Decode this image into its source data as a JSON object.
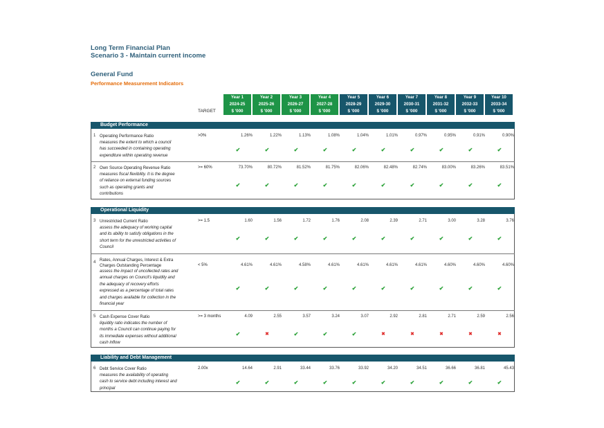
{
  "header": {
    "line1": "Long Term Financial Plan",
    "line2": "Scenario 3 - Maintain current income",
    "fund": "General Fund",
    "subtitle": "Performance Measurement Indicators"
  },
  "columns": {
    "target_label": "TARGET",
    "years": [
      {
        "label": "Year 1",
        "period": "2024-25",
        "unit": "$ '000"
      },
      {
        "label": "Year 2",
        "period": "2025-26",
        "unit": "$ '000"
      },
      {
        "label": "Year 3",
        "period": "2026-27",
        "unit": "$ '000"
      },
      {
        "label": "Year 4",
        "period": "2027-28",
        "unit": "$ '000"
      },
      {
        "label": "Year 5",
        "period": "2028-29",
        "unit": "$ '000"
      },
      {
        "label": "Year 6",
        "period": "2029-30",
        "unit": "$ '000"
      },
      {
        "label": "Year 7",
        "period": "2030-31",
        "unit": "$ '000"
      },
      {
        "label": "Year 8",
        "period": "2031-32",
        "unit": "$ '000"
      },
      {
        "label": "Year 9",
        "period": "2032-33",
        "unit": "$ '000"
      },
      {
        "label": "Year 10",
        "period": "2033-34",
        "unit": "$ '000"
      }
    ],
    "accent_green": "#1e9447",
    "accent_teal": "#17566b"
  },
  "sections": [
    {
      "title": "Budget Performance",
      "rows": [
        {
          "num": "1",
          "name": "Operating Performance Ratio",
          "target": ">0%",
          "desc": "measures the extent to which a council\nhas succeeded in containing operating\nexpenditure within operating revenue",
          "values": [
            "1.26%",
            "1.22%",
            "1.13%",
            "1.08%",
            "1.04%",
            "1.01%",
            "0.97%",
            "0.95%",
            "0.91%",
            "0.90%"
          ],
          "status": [
            "pass",
            "pass",
            "pass",
            "pass",
            "pass",
            "pass",
            "pass",
            "pass",
            "pass",
            "pass"
          ]
        },
        {
          "num": "2",
          "name": "Own Source Operating Revenue Ratio",
          "target": ">= 60%",
          "desc": "measures fiscal flexibility. It is the degree\nof reliance on external funding sources\nsuch as operating grants and\ncontributions",
          "values": [
            "73.70%",
            "80.72%",
            "81.52%",
            "81.75%",
            "82.06%",
            "82.48%",
            "82.74%",
            "83.00%",
            "83.26%",
            "83.51%"
          ],
          "status": [
            "pass",
            "pass",
            "pass",
            "pass",
            "pass",
            "pass",
            "pass",
            "pass",
            "pass",
            "pass"
          ]
        }
      ]
    },
    {
      "title": "Operational Liquidity",
      "rows": [
        {
          "num": "3",
          "name": "Unrestricted Current Ratio",
          "target": ">= 1.5",
          "desc": "assess the adequacy of working capital\nand its ability to satisfy obligations in the\nshort term for the unrestricted activities of\nCouncil",
          "values": [
            "1.60",
            "1.56",
            "1.72",
            "1.76",
            "2.08",
            "2.39",
            "2.71",
            "3.00",
            "3.28",
            "3.76"
          ],
          "status": [
            "pass",
            "pass",
            "pass",
            "pass",
            "pass",
            "pass",
            "pass",
            "pass",
            "pass",
            "pass"
          ]
        },
        {
          "num": "4",
          "name": "Rates, Annual Charges, Interest & Extra\nCharges Outstanding Percentage",
          "target": "< 5%",
          "desc": "assess the impact of uncollected rates and\nannual charges on Council's liquidity and\nthe adequacy of recovery efforts\nexpressed as a percentage of total rates\nand charges available for collection in the\nfinancial year",
          "values": [
            "4.61%",
            "4.61%",
            "4.58%",
            "4.61%",
            "4.61%",
            "4.61%",
            "4.61%",
            "4.60%",
            "4.60%",
            "4.60%"
          ],
          "status": [
            "pass",
            "pass",
            "pass",
            "pass",
            "pass",
            "pass",
            "pass",
            "pass",
            "pass",
            "pass"
          ]
        },
        {
          "num": "5",
          "name": "Cash Expense Cover Ratio",
          "target": ">= 3 months",
          "desc": "liquidity ratio indicates the number of\nmonths a Council can continue paying for\nits immediate expenses without additional\ncash inflow",
          "values": [
            "4.09",
            "2.55",
            "3.57",
            "3.24",
            "3.07",
            "2.92",
            "2.81",
            "2.71",
            "2.59",
            "2.56"
          ],
          "status": [
            "pass",
            "fail",
            "pass",
            "pass",
            "pass",
            "fail",
            "fail",
            "fail",
            "fail",
            "fail"
          ]
        }
      ]
    },
    {
      "title": "Liability and Debt Management",
      "rows": [
        {
          "num": "6",
          "name": "Debt Service Cover Ratio",
          "target": "2.00x",
          "desc": "measures the availability of operating\ncash to service debt including interest and\nprincipal",
          "values": [
            "14.64",
            "2.91",
            "33.44",
            "33.76",
            "33.92",
            "34.20",
            "34.51",
            "36.66",
            "36.81",
            "45.43"
          ],
          "status": [
            "pass",
            "pass",
            "pass",
            "pass",
            "pass",
            "pass",
            "pass",
            "pass",
            "pass",
            "pass"
          ]
        }
      ]
    }
  ],
  "icons": {
    "pass": "check-icon",
    "fail": "cross-icon"
  },
  "colors": {
    "pass": "#2da33a",
    "fail": "#e0302f",
    "section_bar": "#17566b",
    "subtitle": "#e46c0a",
    "title": "#2e5f7a"
  }
}
